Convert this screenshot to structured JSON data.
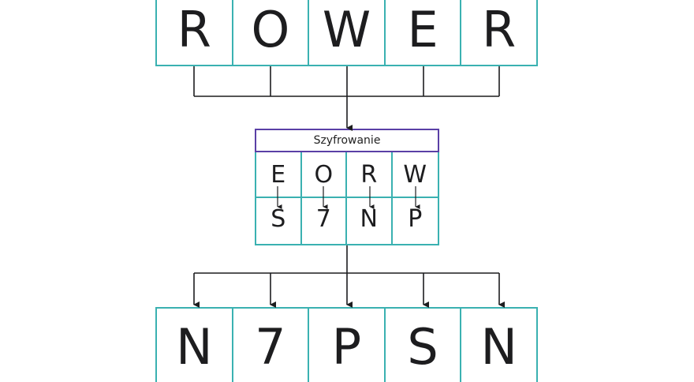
{
  "input_word": [
    "R",
    "O",
    "W",
    "E",
    "R"
  ],
  "cipher": {
    "title": "Szyfrowanie",
    "plain": [
      "E",
      "O",
      "R",
      "W"
    ],
    "encoded": [
      "S",
      "7",
      "N",
      "P"
    ]
  },
  "output_word": [
    "N",
    "7",
    "P",
    "S",
    "N"
  ],
  "colors": {
    "cell_border": "#3ab1b1",
    "title_border": "#5a3fa6",
    "line": "#1d1d1f"
  }
}
